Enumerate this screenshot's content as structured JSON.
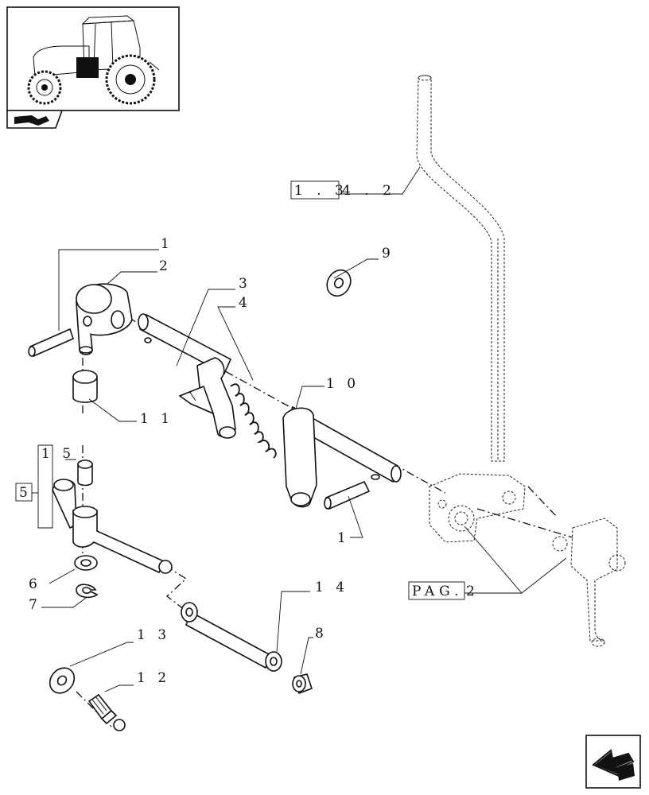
{
  "labels": {
    "l1_top": "1",
    "l2": "2",
    "l3": "3",
    "l4": "4",
    "l5": "5",
    "l6": "6",
    "l7": "7",
    "l8": "8",
    "l9": "9",
    "l10": "1 0",
    "l11": "1 1",
    "l12": "1 2",
    "l13": "1 3",
    "l14": "1 4",
    "l15": "1 5",
    "l1_bottom": "1"
  },
  "references": {
    "ref_134_boxed": "1 . 3",
    "ref_134_rest": "4 . 2",
    "ref_pag_boxed": "PAG.",
    "ref_pag_rest": "2"
  },
  "icons": {
    "thumbnail": "tractor-thumbnail-icon",
    "section": "section-arrow-icon",
    "nav": "next-page-arrow-icon"
  }
}
